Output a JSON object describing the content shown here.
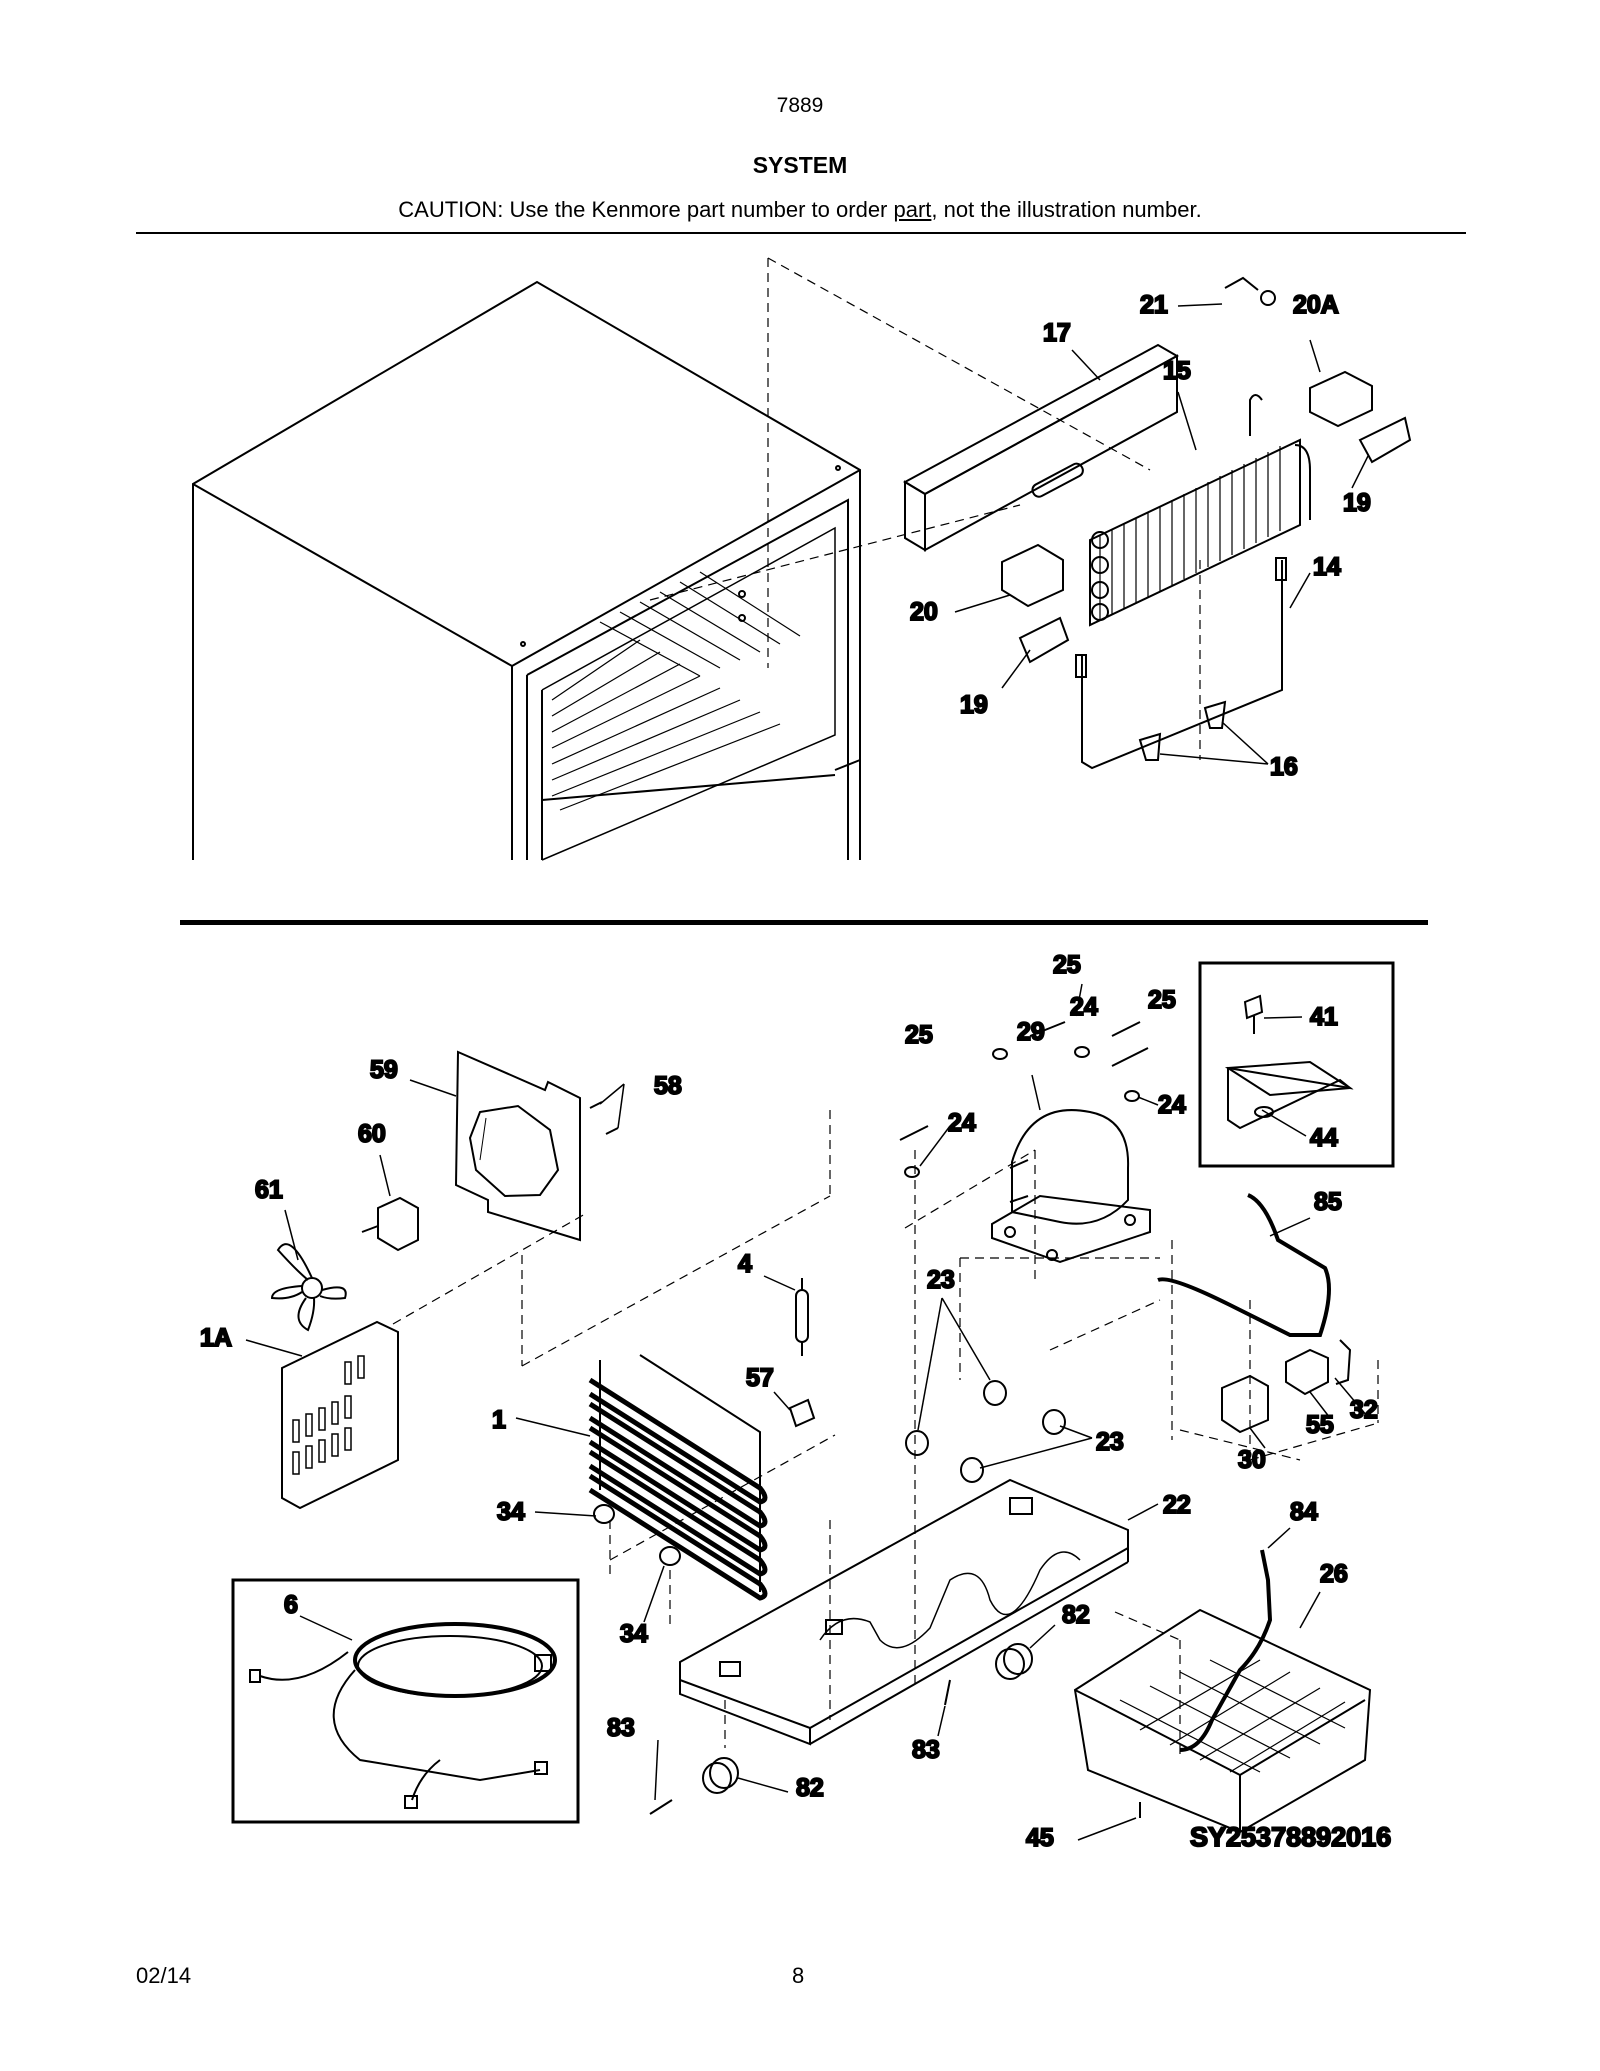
{
  "header": {
    "model_number": "7889",
    "section_title": "SYSTEM",
    "caution_prefix": "CAUTION: Use the Kenmore part number to order ",
    "caution_underlined": "part",
    "caution_suffix": ", not the illustration number."
  },
  "callouts": {
    "upper": [
      "21",
      "20A",
      "17",
      "15",
      "19",
      "14",
      "20",
      "19",
      "16"
    ],
    "lower": [
      "25",
      "25",
      "24",
      "25",
      "29",
      "24",
      "59",
      "58",
      "24",
      "60",
      "61",
      "4",
      "23",
      "1A",
      "57",
      "1",
      "23",
      "34",
      "22",
      "34",
      "6",
      "83",
      "82",
      "82",
      "83",
      "41",
      "44",
      "85",
      "32",
      "55",
      "30",
      "84",
      "26",
      "45"
    ]
  },
  "diagram_code": "SY25378892016",
  "footer": {
    "date": "02/14",
    "page_number": "8"
  }
}
